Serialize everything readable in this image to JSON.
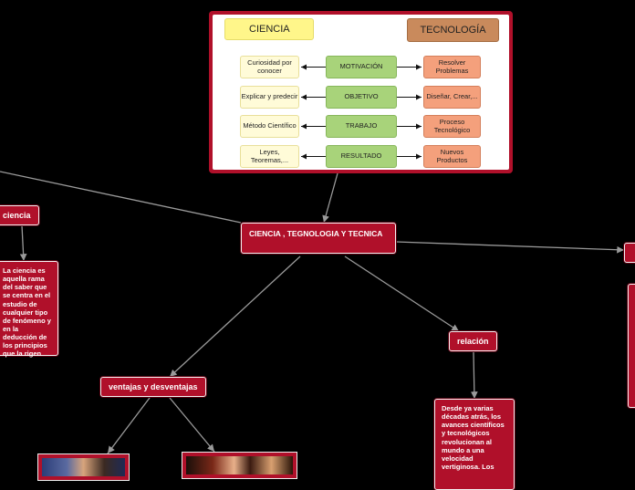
{
  "central": {
    "label": "CIENCIA , TEGNOLOGIA Y TECNICA"
  },
  "nodes": {
    "ciencia": {
      "label": "ciencia"
    },
    "ciencia_text": {
      "text": "La ciencia es aquella rama del saber que se centra en el estudio de cualquier tipo de fenómeno y en la deducción de los principios que la rigen"
    },
    "ventajas": {
      "label": "ventajas y desventajas"
    },
    "relacion": {
      "label": "relación"
    },
    "relacion_text": {
      "text": "Desde ya varias décadas atrás, los avances científicos y tecnológicos revolucionan al mundo a una velocidad vertiginosa. Los"
    }
  },
  "table_image": {
    "header_left": "CIENCIA",
    "header_right": "TECNOLOGÍA",
    "rows": [
      {
        "left": "Curiosidad por conocer",
        "middle": "MOTIVACIÓN",
        "right": "Resolver Problemas"
      },
      {
        "left": "Explicar y predecir",
        "middle": "OBJETIVO",
        "right": "Diseñar, Crear,..."
      },
      {
        "left": "Método Científico",
        "middle": "TRABAJO",
        "right": "Proceso Tecnológico"
      },
      {
        "left": "Leyes, Teoremas,...",
        "middle": "RESULTADO",
        "right": "Nuevos Productos"
      }
    ]
  },
  "colors": {
    "background": "#000000",
    "node_fill": "#b0102a",
    "node_border": "#f3f3f3",
    "edge": "#9a9a9a",
    "ciencia_header": "#fff68a",
    "tecnologia_header": "#c98a5c",
    "ciencia_cell": "#fffbd8",
    "middle_cell": "#a8d37a",
    "tecnologia_cell": "#f4a07c"
  }
}
